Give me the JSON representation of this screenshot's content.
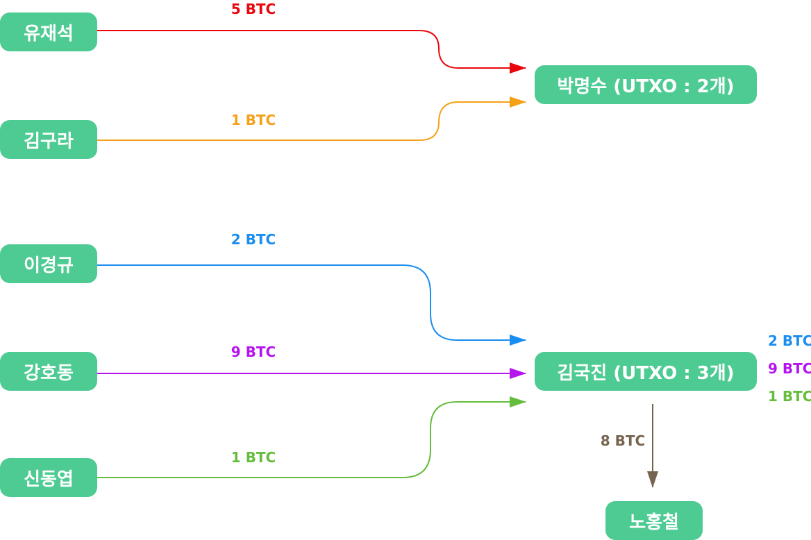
{
  "colors": {
    "node_fill": "#4ecb93",
    "node_text": "#ffffff",
    "red": "#e8060c",
    "orange": "#f5a118",
    "blue": "#1a8ef0",
    "purple": "#b414ee",
    "green": "#64bd3c",
    "brown": "#766450"
  },
  "nodes": {
    "yoo": "유재석",
    "kimgura": "김구라",
    "lee": "이경규",
    "kang": "강호동",
    "shin": "신동엽",
    "park": "박명수 (UTXO : 2개)",
    "kimgukjin": "김국진 (UTXO : 3개)",
    "noh": "노홍철"
  },
  "edges": [
    {
      "from": "유재석",
      "to": "박명수 (UTXO : 2개)",
      "amount": "5 BTC",
      "color": "red"
    },
    {
      "from": "김구라",
      "to": "박명수 (UTXO : 2개)",
      "amount": "1 BTC",
      "color": "orange"
    },
    {
      "from": "이경규",
      "to": "김국진 (UTXO : 3개)",
      "amount": "2 BTC",
      "color": "blue"
    },
    {
      "from": "강호동",
      "to": "김국진 (UTXO : 3개)",
      "amount": "9 BTC",
      "color": "purple"
    },
    {
      "from": "신동엽",
      "to": "김국진 (UTXO : 3개)",
      "amount": "1 BTC",
      "color": "green"
    },
    {
      "from": "김국진 (UTXO : 3개)",
      "to": "노홍철",
      "amount": "8 BTC",
      "color": "brown"
    }
  ],
  "utxo_list": [
    {
      "amount": "2 BTC",
      "color": "blue"
    },
    {
      "amount": "9 BTC",
      "color": "purple"
    },
    {
      "amount": "1 BTC",
      "color": "green"
    }
  ]
}
